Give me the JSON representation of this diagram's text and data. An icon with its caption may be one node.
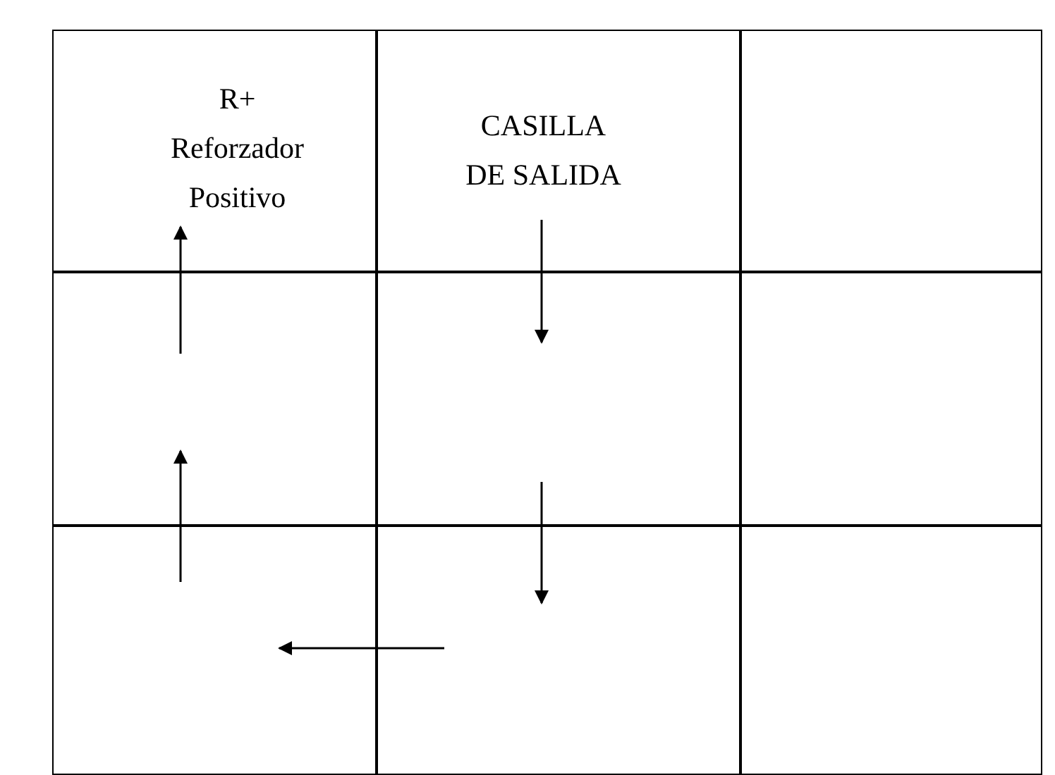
{
  "diagram": {
    "nodes": [
      {
        "text": [
          "R+",
          "Reforzador Positivo"
        ]
      },
      {
        "text": [
          "CASILLA DE SALIDA"
        ]
      },
      {
        "text": [],
        "shape": "box"
      },
      {
        "text": [],
        "shape": "box"
      },
      {
        "text": [],
        "shape": "box"
      },
      {
        "text": [],
        "shape": "box"
      },
      {
        "text": [],
        "shape": "box"
      },
      {
        "text": [],
        "shape": "box"
      },
      {
        "text": [],
        "shape": "box"
      }
    ],
    "edges": [
      {
        "from": 3,
        "to": 0,
        "arrow": "to"
      },
      {
        "from": 1,
        "to": 4,
        "arrow": "to"
      },
      {
        "from": 6,
        "to": 3,
        "arrow": "to"
      },
      {
        "from": 4,
        "to": 7,
        "arrow": "to"
      },
      {
        "from": 7,
        "to": 6,
        "arrow": "to"
      }
    ]
  }
}
